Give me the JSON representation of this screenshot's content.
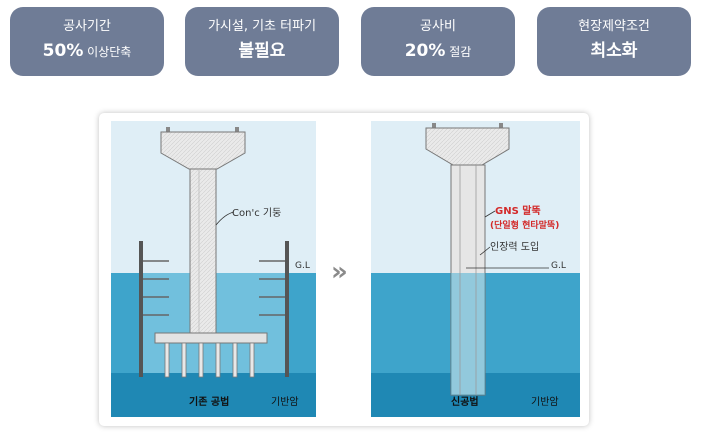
{
  "badges": [
    {
      "top": "공사기간",
      "big": "50%",
      "small": " 이상단축"
    },
    {
      "top": "가시설, 기초 터파기",
      "big": "불필요",
      "small": ""
    },
    {
      "top": "공사비",
      "big": "20%",
      "small": " 절감"
    },
    {
      "top": "현장제약조건",
      "big": "최소화",
      "small": ""
    }
  ],
  "diagram": {
    "left": {
      "column_label": "Con'c 기둥",
      "gl_label": "G.L",
      "method_label": "기존 공법",
      "bedrock_label": "기반암"
    },
    "arrow": "»",
    "right": {
      "pile_label_1": "GNS 말뚝",
      "pile_label_2": "(단일형 현타말뚝)",
      "tension_label": "인장력 도입",
      "gl_label": "G.L",
      "method_label": "신공법",
      "bedrock_label": "기반암"
    },
    "colors": {
      "sky": "#dfeef6",
      "soil": "#3ea4cb",
      "bedrock": "#1f88b4",
      "highlight": "#d32a2a"
    }
  }
}
